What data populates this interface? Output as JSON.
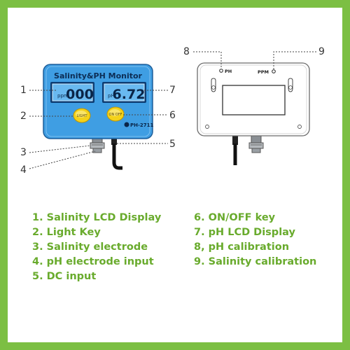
{
  "front_device": {
    "title": "Salinity&PH Monitor",
    "salinity_display_value": "000",
    "ph_display_value": "6.72",
    "light_key_label": "LIGHT",
    "onoff_key_label": "ON OFF",
    "model_label": "PH-2711"
  },
  "back_device": {
    "ph_port_label": "PH",
    "ppm_port_label": "PPM"
  },
  "callouts": [
    "1",
    "2",
    "3",
    "4",
    "5",
    "6",
    "7",
    "8",
    "9"
  ],
  "legend": {
    "left": [
      "1. Salinity LCD Display",
      "2. Light Key",
      "3. Salinity electrode",
      "4. pH electrode input",
      "5. DC input"
    ],
    "right": [
      "6. ON/OFF key",
      "7. pH LCD Display",
      "8, pH calibration",
      "9. Salinity calibration"
    ]
  },
  "colors": {
    "frame": "#7cbf43",
    "legend_text": "#69ab2d",
    "device_body": "#3f9ee3",
    "lcd_background": "#69b9f0",
    "key_yellow": "#f4d21a"
  }
}
